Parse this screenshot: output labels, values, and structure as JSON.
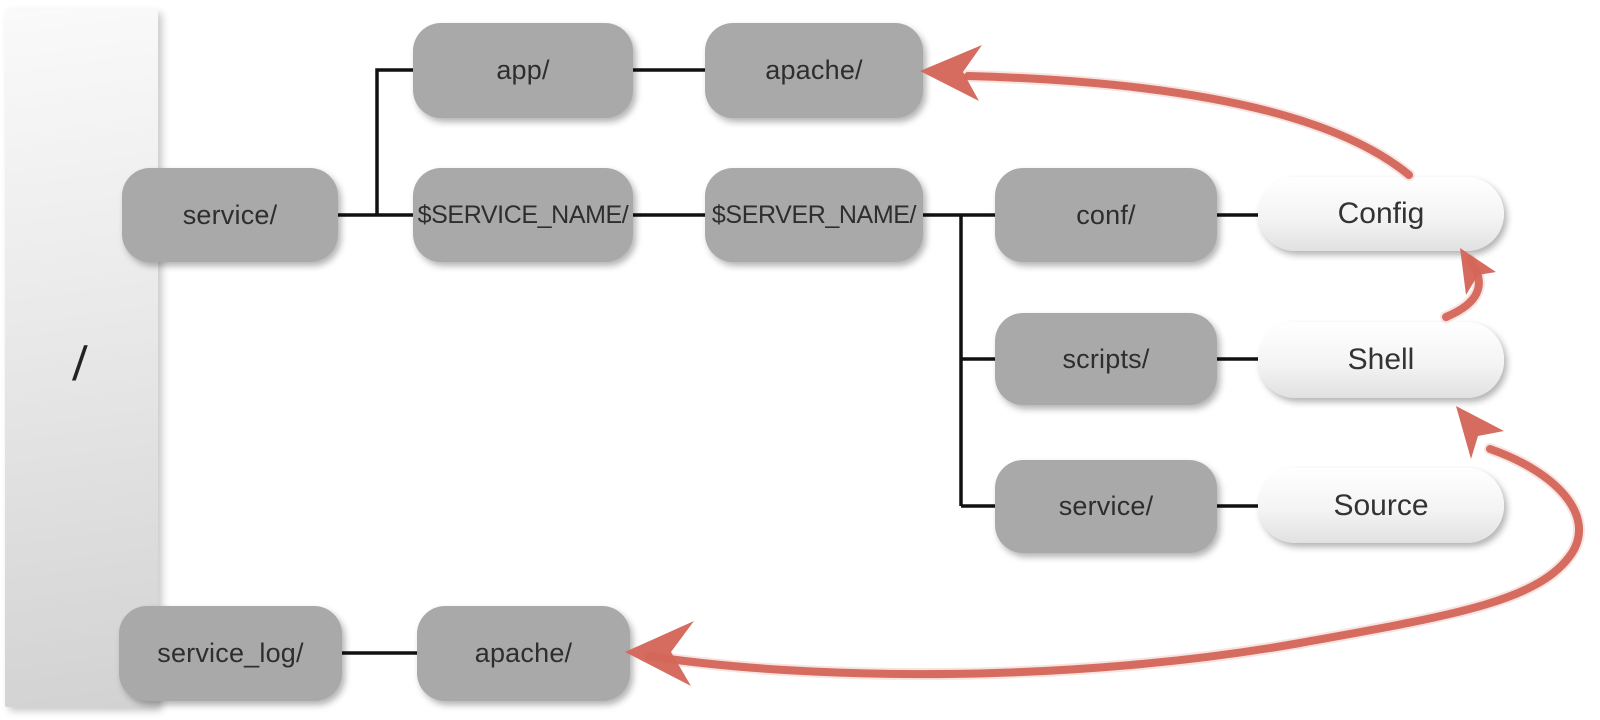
{
  "diagram": {
    "root": {
      "label": "/"
    },
    "nodes": {
      "service": {
        "label": "service/"
      },
      "app": {
        "label": "app/"
      },
      "apache_top": {
        "label": "apache/"
      },
      "service_name": {
        "label": "$SERVICE_NAME/"
      },
      "server_name": {
        "label": "$SERVER_NAME/"
      },
      "conf": {
        "label": "conf/"
      },
      "scripts": {
        "label": "scripts/"
      },
      "service_child": {
        "label": "service/"
      },
      "service_log": {
        "label": "service_log/"
      },
      "apache_bottom": {
        "label": "apache/"
      },
      "config": {
        "label": "Config"
      },
      "shell": {
        "label": "Shell"
      },
      "source": {
        "label": "Source"
      }
    },
    "colors": {
      "folder_fill": "#a9a9a9",
      "folder_text": "#2e2e2e",
      "file_text": "#333333",
      "arrow": "#d4675a",
      "connector": "#111111"
    }
  }
}
